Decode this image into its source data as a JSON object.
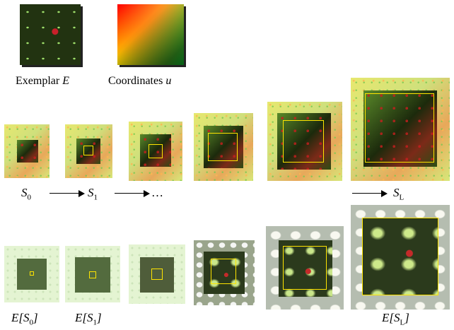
{
  "labels": {
    "exemplar_text": "Exemplar ",
    "exemplar_sym": "E",
    "coords_text": "Coordinates ",
    "coords_sym": "u",
    "s0": "S",
    "s0_sub": "0",
    "s1": "S",
    "s1_sub": "1",
    "ellipsis": "…",
    "sL": "S",
    "sL_sub": "L",
    "es0_pre": "E[S",
    "es0_sub": "0",
    "es0_post": "]",
    "es1_pre": "E[S",
    "es1_sub": "1",
    "es1_post": "]",
    "esL_pre": "E[S",
    "esL_sub": "L",
    "esL_post": "]"
  }
}
